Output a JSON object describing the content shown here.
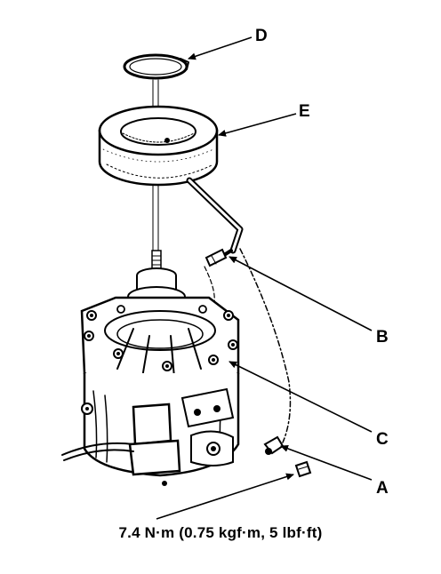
{
  "callouts": {
    "a": "A",
    "b": "B",
    "c": "C",
    "d": "D",
    "e": "E"
  },
  "torque_spec": "7.4 N·m (0.75 kgf·m, 5 lbf·ft)"
}
